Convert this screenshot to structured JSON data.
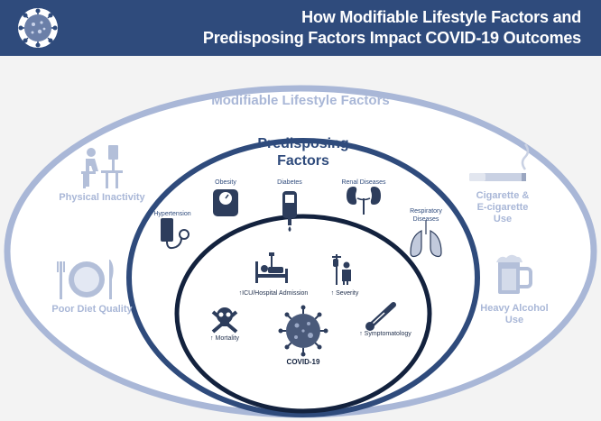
{
  "header": {
    "title_line1": "How Modifiable Lifestyle Factors and",
    "title_line2": "Predisposing Factors Impact COVID-19 Outcomes"
  },
  "rings": {
    "outer_title": "Modifiable Lifestyle Factors",
    "middle_title_line1": "Predisposing",
    "middle_title_line2": "Factors",
    "inner_title": "COVID-19"
  },
  "modifiable_factors": {
    "physical_inactivity": "Physical Inactivity",
    "poor_diet": "Poor Diet Quality",
    "cigarette_line1": "Cigarette &",
    "cigarette_line2": "E-cigarette",
    "cigarette_line3": "Use",
    "alcohol_line1": "Heavy Alcohol",
    "alcohol_line2": "Use"
  },
  "predisposing_factors": {
    "obesity": "Obesity",
    "diabetes": "Diabetes",
    "renal": "Renal Diseases",
    "hypertension": "Hypertension",
    "respiratory_line1": "Respiratory",
    "respiratory_line2": "Diseases"
  },
  "outcomes": {
    "icu": "↑ICU/Hospital Admission",
    "severity": "↑ Severity",
    "mortality": "↑ Mortality",
    "symptomatology": "↑ Symptomatology"
  },
  "colors": {
    "header_bg": "#2f4b7c",
    "outer_ring": "#a9b7d7",
    "middle_ring": "#2f4b7c",
    "inner_ring": "#13223e",
    "outer_text": "#a9b7d7",
    "icon_dark": "#2d3d5c",
    "icon_light": "#b3bfd9"
  },
  "icons": [
    "covid-virus-icon",
    "desk-computer-icon",
    "plate-cutlery-icon",
    "cigarette-icon",
    "beer-mug-icon",
    "scale-icon",
    "glucose-meter-icon",
    "kidneys-icon",
    "blood-pressure-icon",
    "lungs-icon",
    "hospital-bed-icon",
    "iv-patient-icon",
    "skull-crossbones-icon",
    "thermometer-icon"
  ]
}
